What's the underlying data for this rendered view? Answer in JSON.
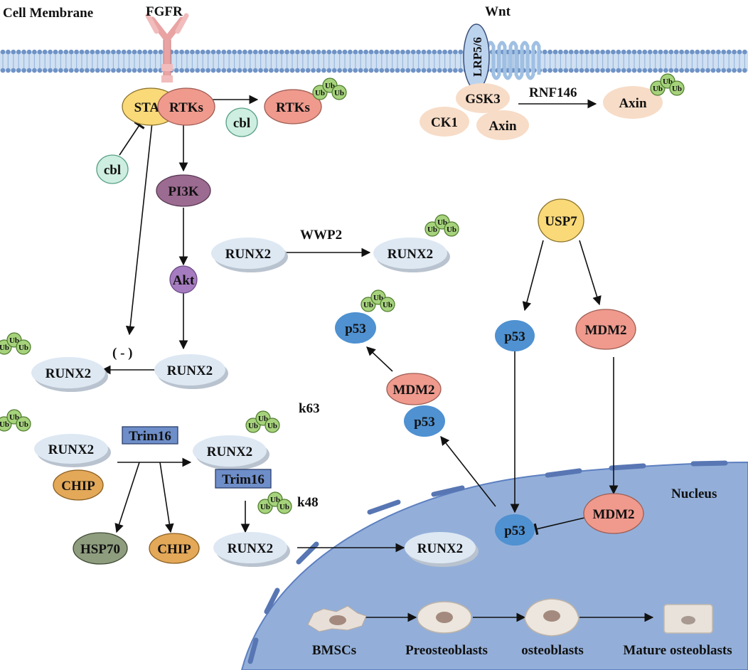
{
  "labels": {
    "cell_membrane": "Cell Membrane",
    "fgfr": "FGFR",
    "wnt": "Wnt",
    "lrp": "LRP5/6",
    "rnf146": "RNF146",
    "wwp2": "WWP2",
    "minus": "( - )",
    "k63": "k63",
    "k48": "k48",
    "nucleus": "Nucleus"
  },
  "nodes": {
    "stat": "STAT",
    "rtks": "RTKs",
    "rtks_ub": "RTKs",
    "cbl_top": "cbl",
    "cbl_left": "cbl",
    "pi3k": "PI3K",
    "akt": "Akt",
    "gsk3": "GSK3",
    "ck1": "CK1",
    "axin": "Axin",
    "axin_ub": "Axin",
    "usp7": "USP7",
    "runx2_wwp2": "RUNX2",
    "runx2_wwp2_ub": "RUNX2",
    "runx2_akt": "RUNX2",
    "runx2_left_ub": "RUNX2",
    "p53_ub": "p53",
    "mdm2_cyto": "MDM2",
    "p53_cyto": "p53",
    "p53_usp": "p53",
    "mdm2_usp": "MDM2",
    "runx2_chip": "RUNX2",
    "chip_top": "CHIP",
    "trim16_box": "Trim16",
    "runx2_k63": "RUNX2",
    "trim16_box2": "Trim16",
    "hsp70": "HSP70",
    "chip_bottom": "CHIP",
    "runx2_k48": "RUNX2",
    "runx2_nucleus": "RUNX2",
    "p53_nucleus": "p53",
    "mdm2_nucleus": "MDM2"
  },
  "ub": "Ub",
  "cells": [
    "BMSCs",
    "Preosteoblasts",
    "osteoblasts",
    "Mature osteoblasts"
  ],
  "colors": {
    "membrane": "#9bb8dc",
    "membrane_dark": "#6f93c6",
    "nucleus": "#93afd9",
    "nucleus_edge": "#5d7fc0",
    "stat": "#f9d978",
    "rtks": "#ef9a8d",
    "cbl": "#cdeee0",
    "pi3k": "#9c6b91",
    "akt": "#a57cc0",
    "complex": "#f7dcc7",
    "usp7": "#f9d978",
    "runx2": "#dde8f3",
    "p53": "#4f91d1",
    "mdm2": "#ef9a8d",
    "chip": "#e3a858",
    "hsp70": "#8f9d7f",
    "trim16": "#6e8ec9",
    "ub": "#a6d27c"
  }
}
